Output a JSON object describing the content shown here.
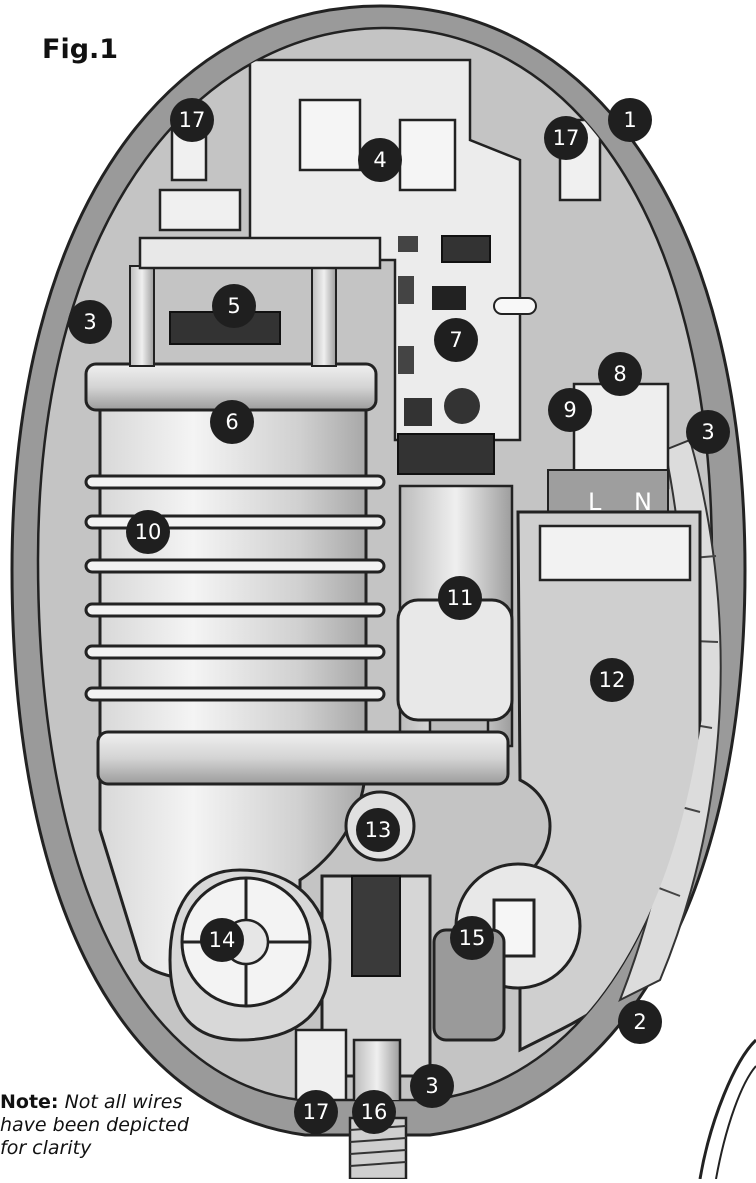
{
  "figure": {
    "title": "Fig.1",
    "note_bold": "Note:",
    "note_line1": " Not all wires",
    "note_line2": "have been depicted",
    "note_line3": "for clarity"
  },
  "terminal_labels": {
    "live": "L",
    "neutral": "N"
  },
  "callouts": [
    "1",
    "2",
    "3",
    "3",
    "3",
    "4",
    "5",
    "6",
    "7",
    "8",
    "9",
    "10",
    "11",
    "12",
    "13",
    "14",
    "15",
    "16",
    "17",
    "17",
    "17"
  ],
  "colors": {
    "casing_outer": "#9a9a9a",
    "casing_inner": "#c9c9c9",
    "component_light": "#e6e6e6",
    "component_mid": "#bdbdbd",
    "component_dark": "#555555",
    "callout_fill": "#1f1f1f"
  }
}
